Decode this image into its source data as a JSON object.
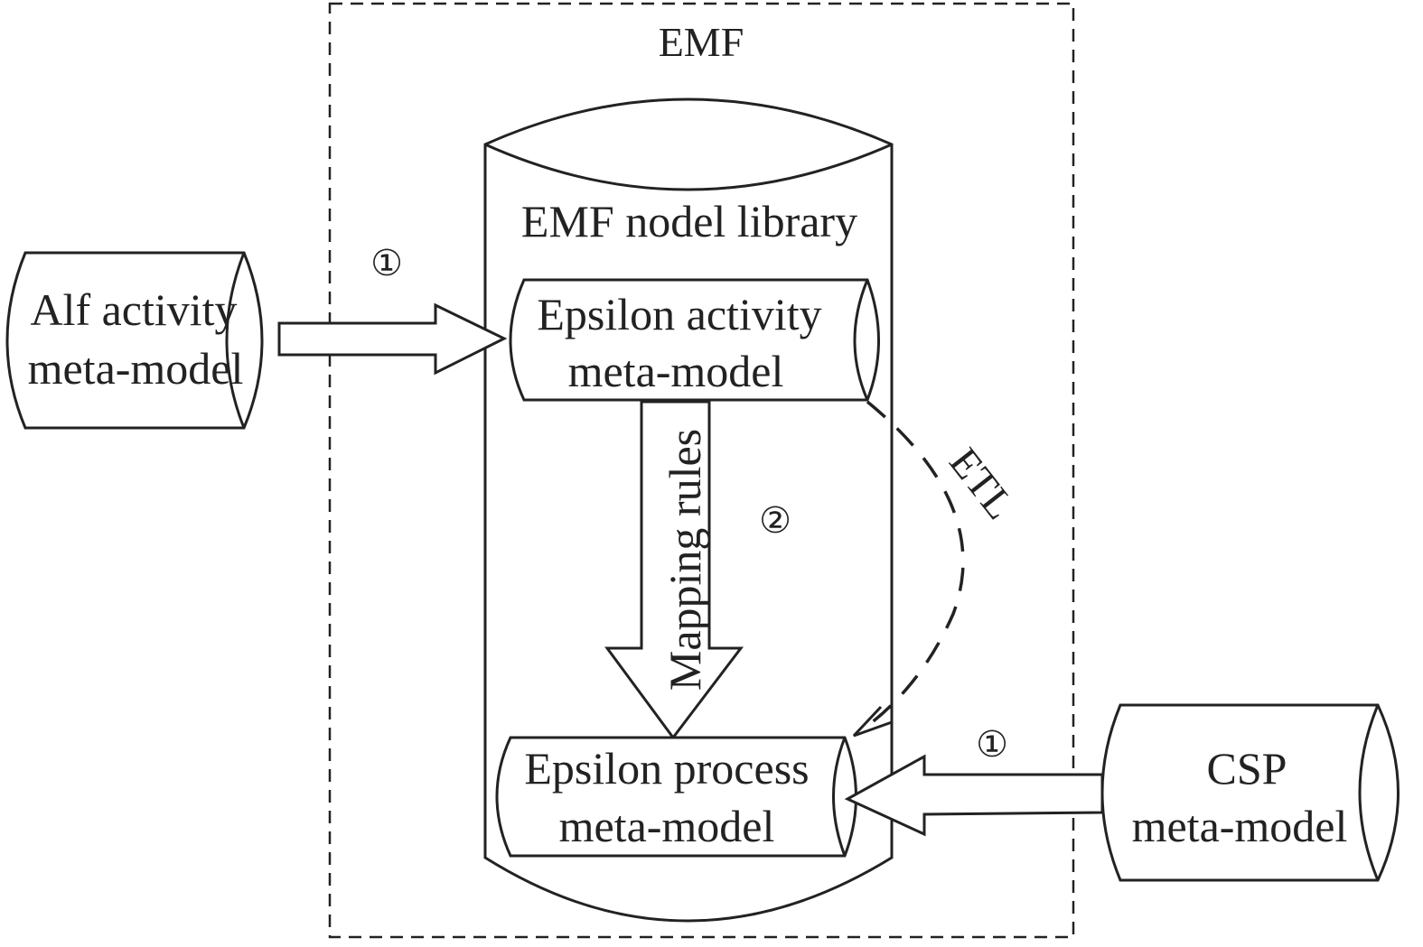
{
  "diagram": {
    "container_label": "EMF",
    "library_label": "EMF nodel library",
    "nodes": {
      "alf": [
        "Alf activity",
        "meta-model"
      ],
      "epsilon_activity": [
        "Epsilon activity",
        "meta-model"
      ],
      "epsilon_process": [
        "Epsilon process",
        "meta-model"
      ],
      "csp": [
        "CSP",
        "meta-model"
      ]
    },
    "edges": {
      "alf_to_epsilon_step": "①",
      "mapping_label": "Mapping rules",
      "mapping_step": "②",
      "etl_label": "ETL",
      "csp_to_epsilon_step": "①"
    }
  }
}
